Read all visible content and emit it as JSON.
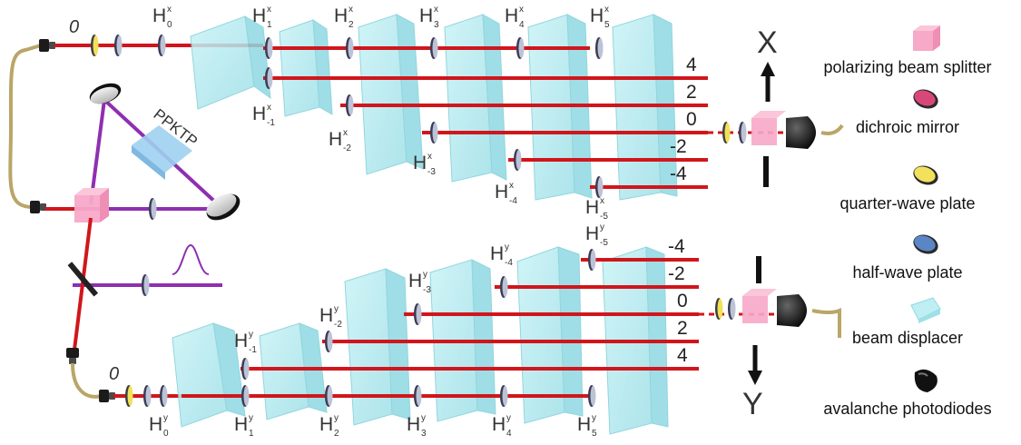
{
  "labels": {
    "crystal": "PPKTP",
    "input_order_top": "0",
    "input_order_bottom": "0",
    "axis_x": "X",
    "axis_y": "Y"
  },
  "h_top": {
    "main": "H",
    "h0": "0",
    "h1": "1",
    "h2": "2",
    "h3": "3",
    "h4": "4",
    "h5": "5",
    "hm1": "-1",
    "hm2": "-2",
    "hm3": "-3",
    "hm4": "-4",
    "hm5": "-5",
    "sup": "x"
  },
  "h_bottom": {
    "main": "H",
    "h0": "0",
    "h1": "1",
    "h2": "2",
    "h3": "3",
    "h4": "4",
    "h5": "5",
    "hm1": "-1",
    "hm2": "-2",
    "hm3": "-3",
    "hm4": "-4",
    "hm5": "-5",
    "sup": "y"
  },
  "outputs_top": [
    "4",
    "2",
    "0",
    "-2",
    "-4"
  ],
  "outputs_bottom": [
    "-4",
    "-2",
    "0",
    "2",
    "4"
  ],
  "legend": [
    {
      "icon": "pbs-icon",
      "label": "polarizing beam splitter"
    },
    {
      "icon": "dichroic-mirror-icon",
      "label": "dichroic mirror"
    },
    {
      "icon": "qwp-icon",
      "label": "quarter-wave plate"
    },
    {
      "icon": "hwp-icon",
      "label": "half-wave plate"
    },
    {
      "icon": "bd-icon",
      "label": "beam displacer"
    },
    {
      "icon": "apd-icon",
      "label": "avalanche photodiodes"
    }
  ],
  "colors": {
    "beam_red": "#d0161c",
    "pump_purple": "#8e2fb0",
    "displacer": "#aeeaf0",
    "pbs": "#f7a9c8",
    "qwp": "#f5e65a",
    "hwp": "#5b86c5",
    "dichroic": "#d8477a",
    "fiber": "#b9a668"
  }
}
